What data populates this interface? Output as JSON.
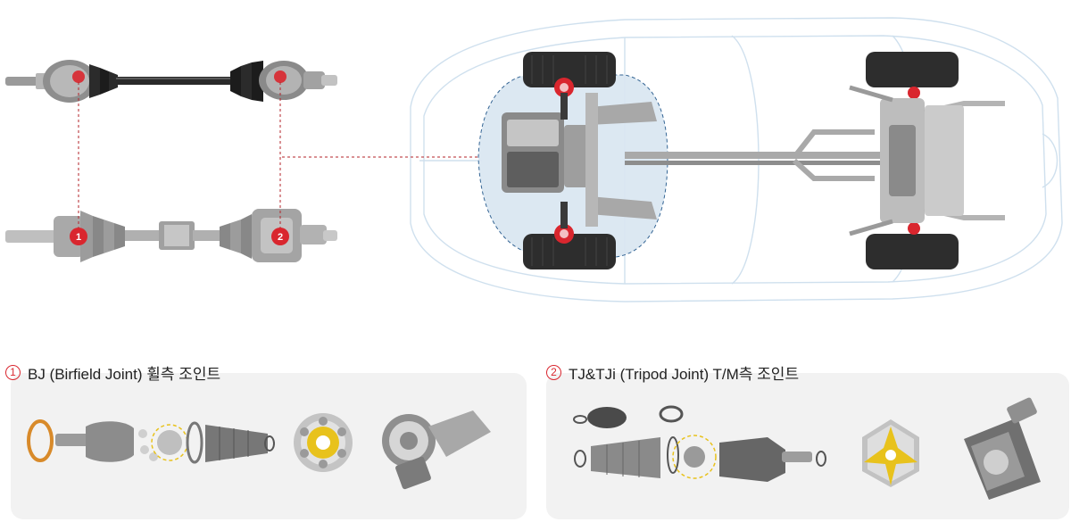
{
  "markers": {
    "one": "1",
    "two": "2"
  },
  "sections": [
    {
      "number": "1",
      "title": "BJ (Birfield Joint) 휠측 조인트"
    },
    {
      "number": "2",
      "title": "TJ&TJi (Tripod Joint) T/M측 조인트"
    }
  ],
  "colors": {
    "accent": "#d9262e",
    "highlight": "#e8c21c",
    "panel": "#f2f2f2",
    "callout-fill": "#dbe7f2",
    "callout-stroke": "#2a5d8f"
  },
  "icons": {
    "drive-shaft": "drive-shaft-photo",
    "drive-shaft-section": "drive-shaft-cutaway",
    "chassis": "car-chassis-topview",
    "bj-exploded": "birfield-joint-exploded",
    "bj-cage": "birfield-cage-icon",
    "bj-assembly": "birfield-joint-photo",
    "tj-exploded": "tripod-joint-exploded",
    "tj-spider": "tripod-spider-icon",
    "tj-assembly": "tripod-joint-photo"
  }
}
